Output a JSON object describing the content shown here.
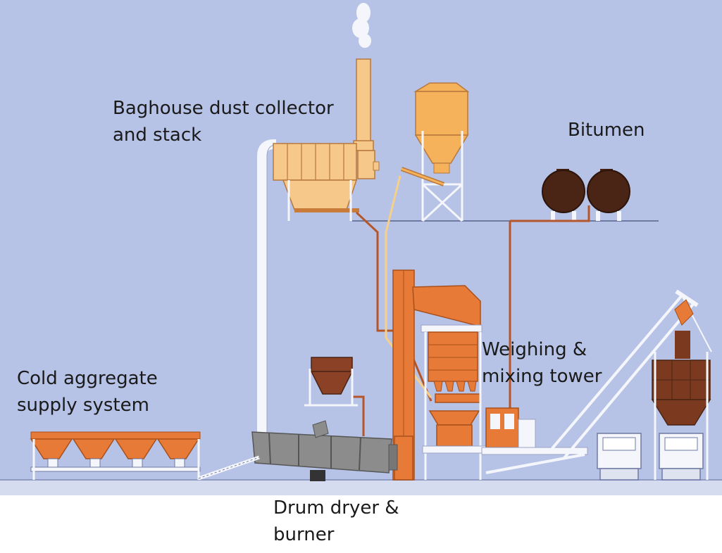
{
  "labels": {
    "baghouse": {
      "line1": "Baghouse dust collector",
      "line2": "and stack"
    },
    "bitumen": {
      "line1": "Bitumen"
    },
    "tower": {
      "line1": "Weighing &",
      "line2": "mixing tower"
    },
    "cold_aggregate": {
      "line1": "Cold aggregate",
      "line2": "supply system"
    },
    "drum": {
      "line1": "Drum dryer &",
      "line2": "burner"
    }
  },
  "colors": {
    "sky": "#b6c3e6",
    "ground": "#d6dcef",
    "orange": "#e67a36",
    "light_orange": "#f6b25a",
    "tank_brown": "#4a2414",
    "drum_gray": "#8c8c8c",
    "frame_white": "#f4f6fb",
    "pipe_brown": "#b5562a"
  }
}
